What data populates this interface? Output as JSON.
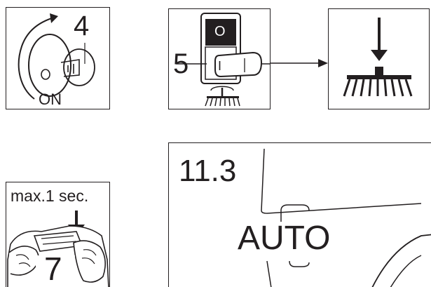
{
  "panels": {
    "ignition": {
      "step_number": "4",
      "key_position_label": "ON"
    },
    "switch": {
      "step_number": "5",
      "switch_off_label": "O",
      "switch_on_label": "I"
    },
    "hand_pad": {
      "caption": "max.1 sec.",
      "step_number": "7"
    },
    "display": {
      "section_number": "11.3",
      "mode_label": "AUTO"
    }
  },
  "colors": {
    "line": "#231f20",
    "background": "#ffffff"
  }
}
